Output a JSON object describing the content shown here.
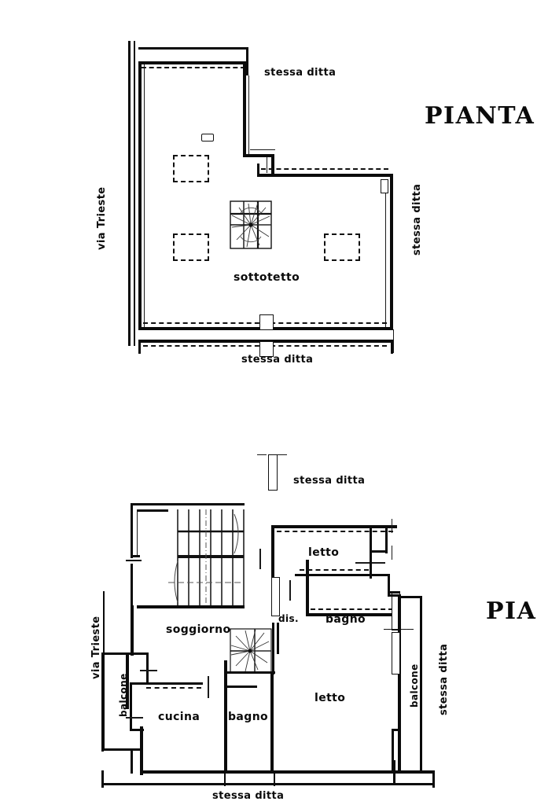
{
  "document": {
    "kind": "planimetria-catastale",
    "sheet_background": "#ffffff",
    "ink_color": "#0a0a0a"
  },
  "plans": [
    {
      "id": "upper",
      "title": "PIANTA",
      "title_truncated": false,
      "rooms": [
        {
          "name": "sottotetto",
          "label": "sottotetto"
        }
      ],
      "boundary_labels": {
        "left": "via Trieste",
        "right": "stessa ditta",
        "top": "stessa ditta",
        "bottom": "stessa ditta"
      },
      "features": {
        "spiral_staircase": "spiral-staircase-icon",
        "skylights": [
          "skylight-left-upper",
          "skylight-left-lower",
          "skylight-right"
        ],
        "chimney": "chimney-icon",
        "door_opening_bottom": "door-opening"
      }
    },
    {
      "id": "lower",
      "title": "PIANTA",
      "title_truncated": true,
      "title_visible": "PIAN",
      "rooms": [
        {
          "name": "soggiorno",
          "label": "soggiorno"
        },
        {
          "name": "cucina",
          "label": "cucina"
        },
        {
          "name": "bagno-ovest",
          "label": "bagno"
        },
        {
          "name": "bagno-est",
          "label": "bagno"
        },
        {
          "name": "letto-nord",
          "label": "letto"
        },
        {
          "name": "letto-sud",
          "label": "letto"
        },
        {
          "name": "disimpegno",
          "label": "dis."
        },
        {
          "name": "balcone-ovest",
          "label": "balcone"
        },
        {
          "name": "balcone-est",
          "label": "balcone"
        }
      ],
      "boundary_labels": {
        "left": "via Trieste",
        "right": "stessa ditta",
        "top": "stessa ditta",
        "bottom": "stessa ditta"
      },
      "features": {
        "straight_staircase": "straight-staircase-icon",
        "spiral_staircase": "spiral-staircase-icon"
      }
    }
  ]
}
